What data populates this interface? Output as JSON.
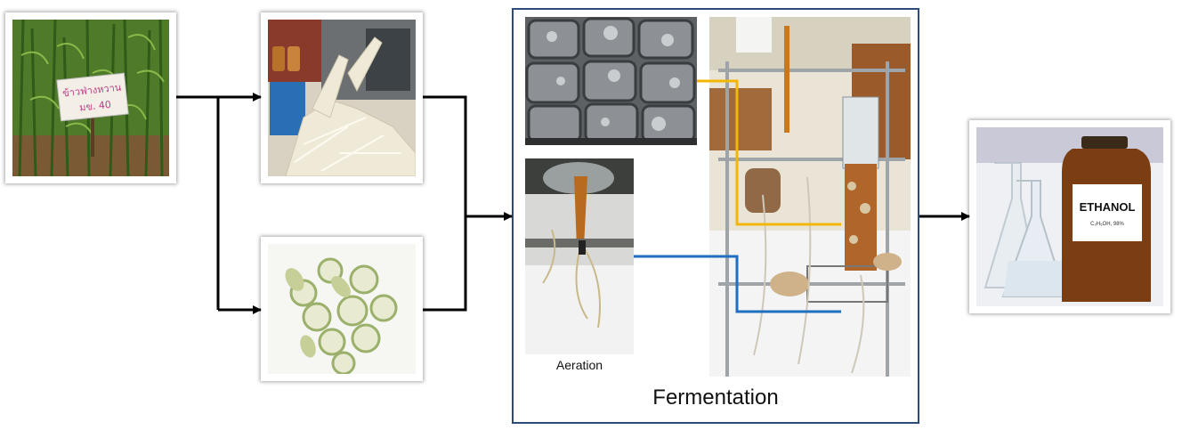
{
  "fermentation": {
    "title": "Fermentation",
    "aeration_caption": "Aeration"
  },
  "ethanol_bottle": {
    "label": "ETHANOL",
    "formula": "C₂H₅OH, 98%"
  },
  "field_sign": {
    "line1": "ข้าวฟ่างหวาน",
    "line2": "มข. 40"
  },
  "colors": {
    "arrow": "#000000",
    "ferm_border": "#2e4a7a",
    "yellow_line": "#f2b705",
    "blue_line": "#1e6fc0"
  }
}
